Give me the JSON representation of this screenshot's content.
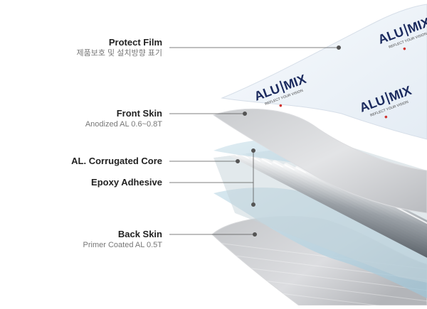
{
  "layers": [
    {
      "title": "Protect Film",
      "subtitle": "제품보호 및 설치방향 표기"
    },
    {
      "title": "Front Skin",
      "subtitle": "Anodized AL 0.6~0.8T"
    },
    {
      "title": "AL. Corrugated Core",
      "subtitle": ""
    },
    {
      "title": "Epoxy Adhesive",
      "subtitle": ""
    },
    {
      "title": "Back Skin",
      "subtitle": "Primer Coated AL 0.5T"
    }
  ],
  "brand": {
    "name_left": "ALU",
    "name_right": "MIX",
    "tagline": "REFLECT YOUR VISION"
  },
  "colors": {
    "brand_navy": "#1b2a5e",
    "brand_red": "#d0312d",
    "leader": "#555555"
  }
}
